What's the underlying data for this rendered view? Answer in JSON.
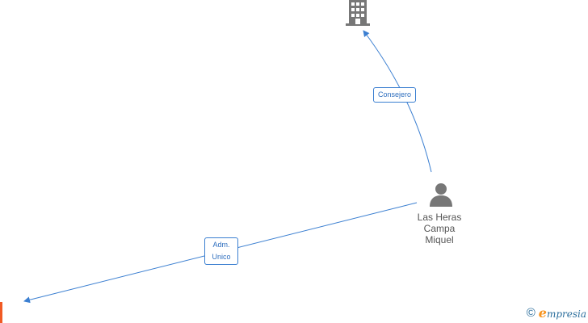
{
  "nodes": {
    "company": {
      "icon": "building-icon"
    },
    "person": {
      "icon": "person-icon",
      "name": "Las Heras\nCampa\nMiquel"
    }
  },
  "edges": [
    {
      "from": "person",
      "to": "company",
      "label": "Consejero"
    },
    {
      "from": "person",
      "to": "offscreen-company",
      "label": "Adm.\nUnico"
    }
  ],
  "footer": {
    "copyright_symbol": "©",
    "brand_initial": "e",
    "brand_rest": "mpresia"
  },
  "colors": {
    "edge": "#3b7fd1",
    "node_icon": "#777777",
    "brand": "#2b6e9c",
    "accent": "#f15a24"
  }
}
